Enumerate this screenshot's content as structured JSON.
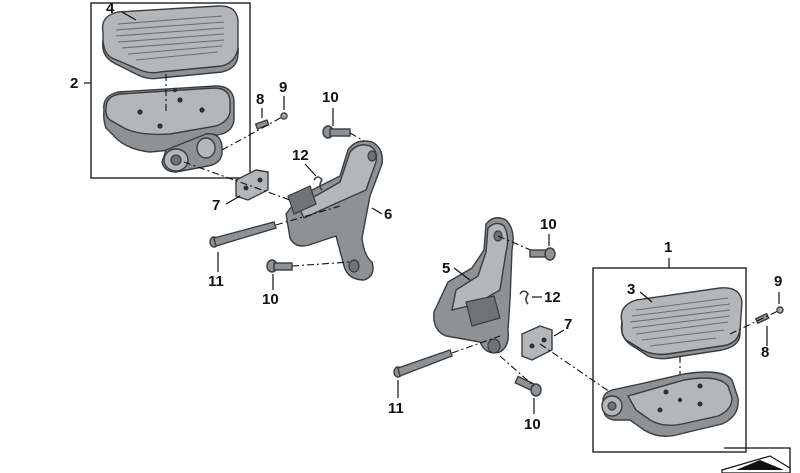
{
  "callouts": {
    "c1": "1",
    "c2": "2",
    "c3": "3",
    "c4": "4",
    "c5": "5",
    "c6": "6",
    "c7_left": "7",
    "c7_right": "7",
    "c8_left": "8",
    "c8_right": "8",
    "c9_left": "9",
    "c9_right": "9",
    "c10_top": "10",
    "c10_left_bottom": "10",
    "c10_right_top": "10",
    "c10_right_bottom": "10",
    "c11_left": "11",
    "c11_right": "11",
    "c12_left": "12",
    "c12_right": "12"
  },
  "colors": {
    "part": "#8e9295",
    "part_light": "#b4b7ba",
    "outline": "#3a3d40",
    "line": "#111111"
  }
}
